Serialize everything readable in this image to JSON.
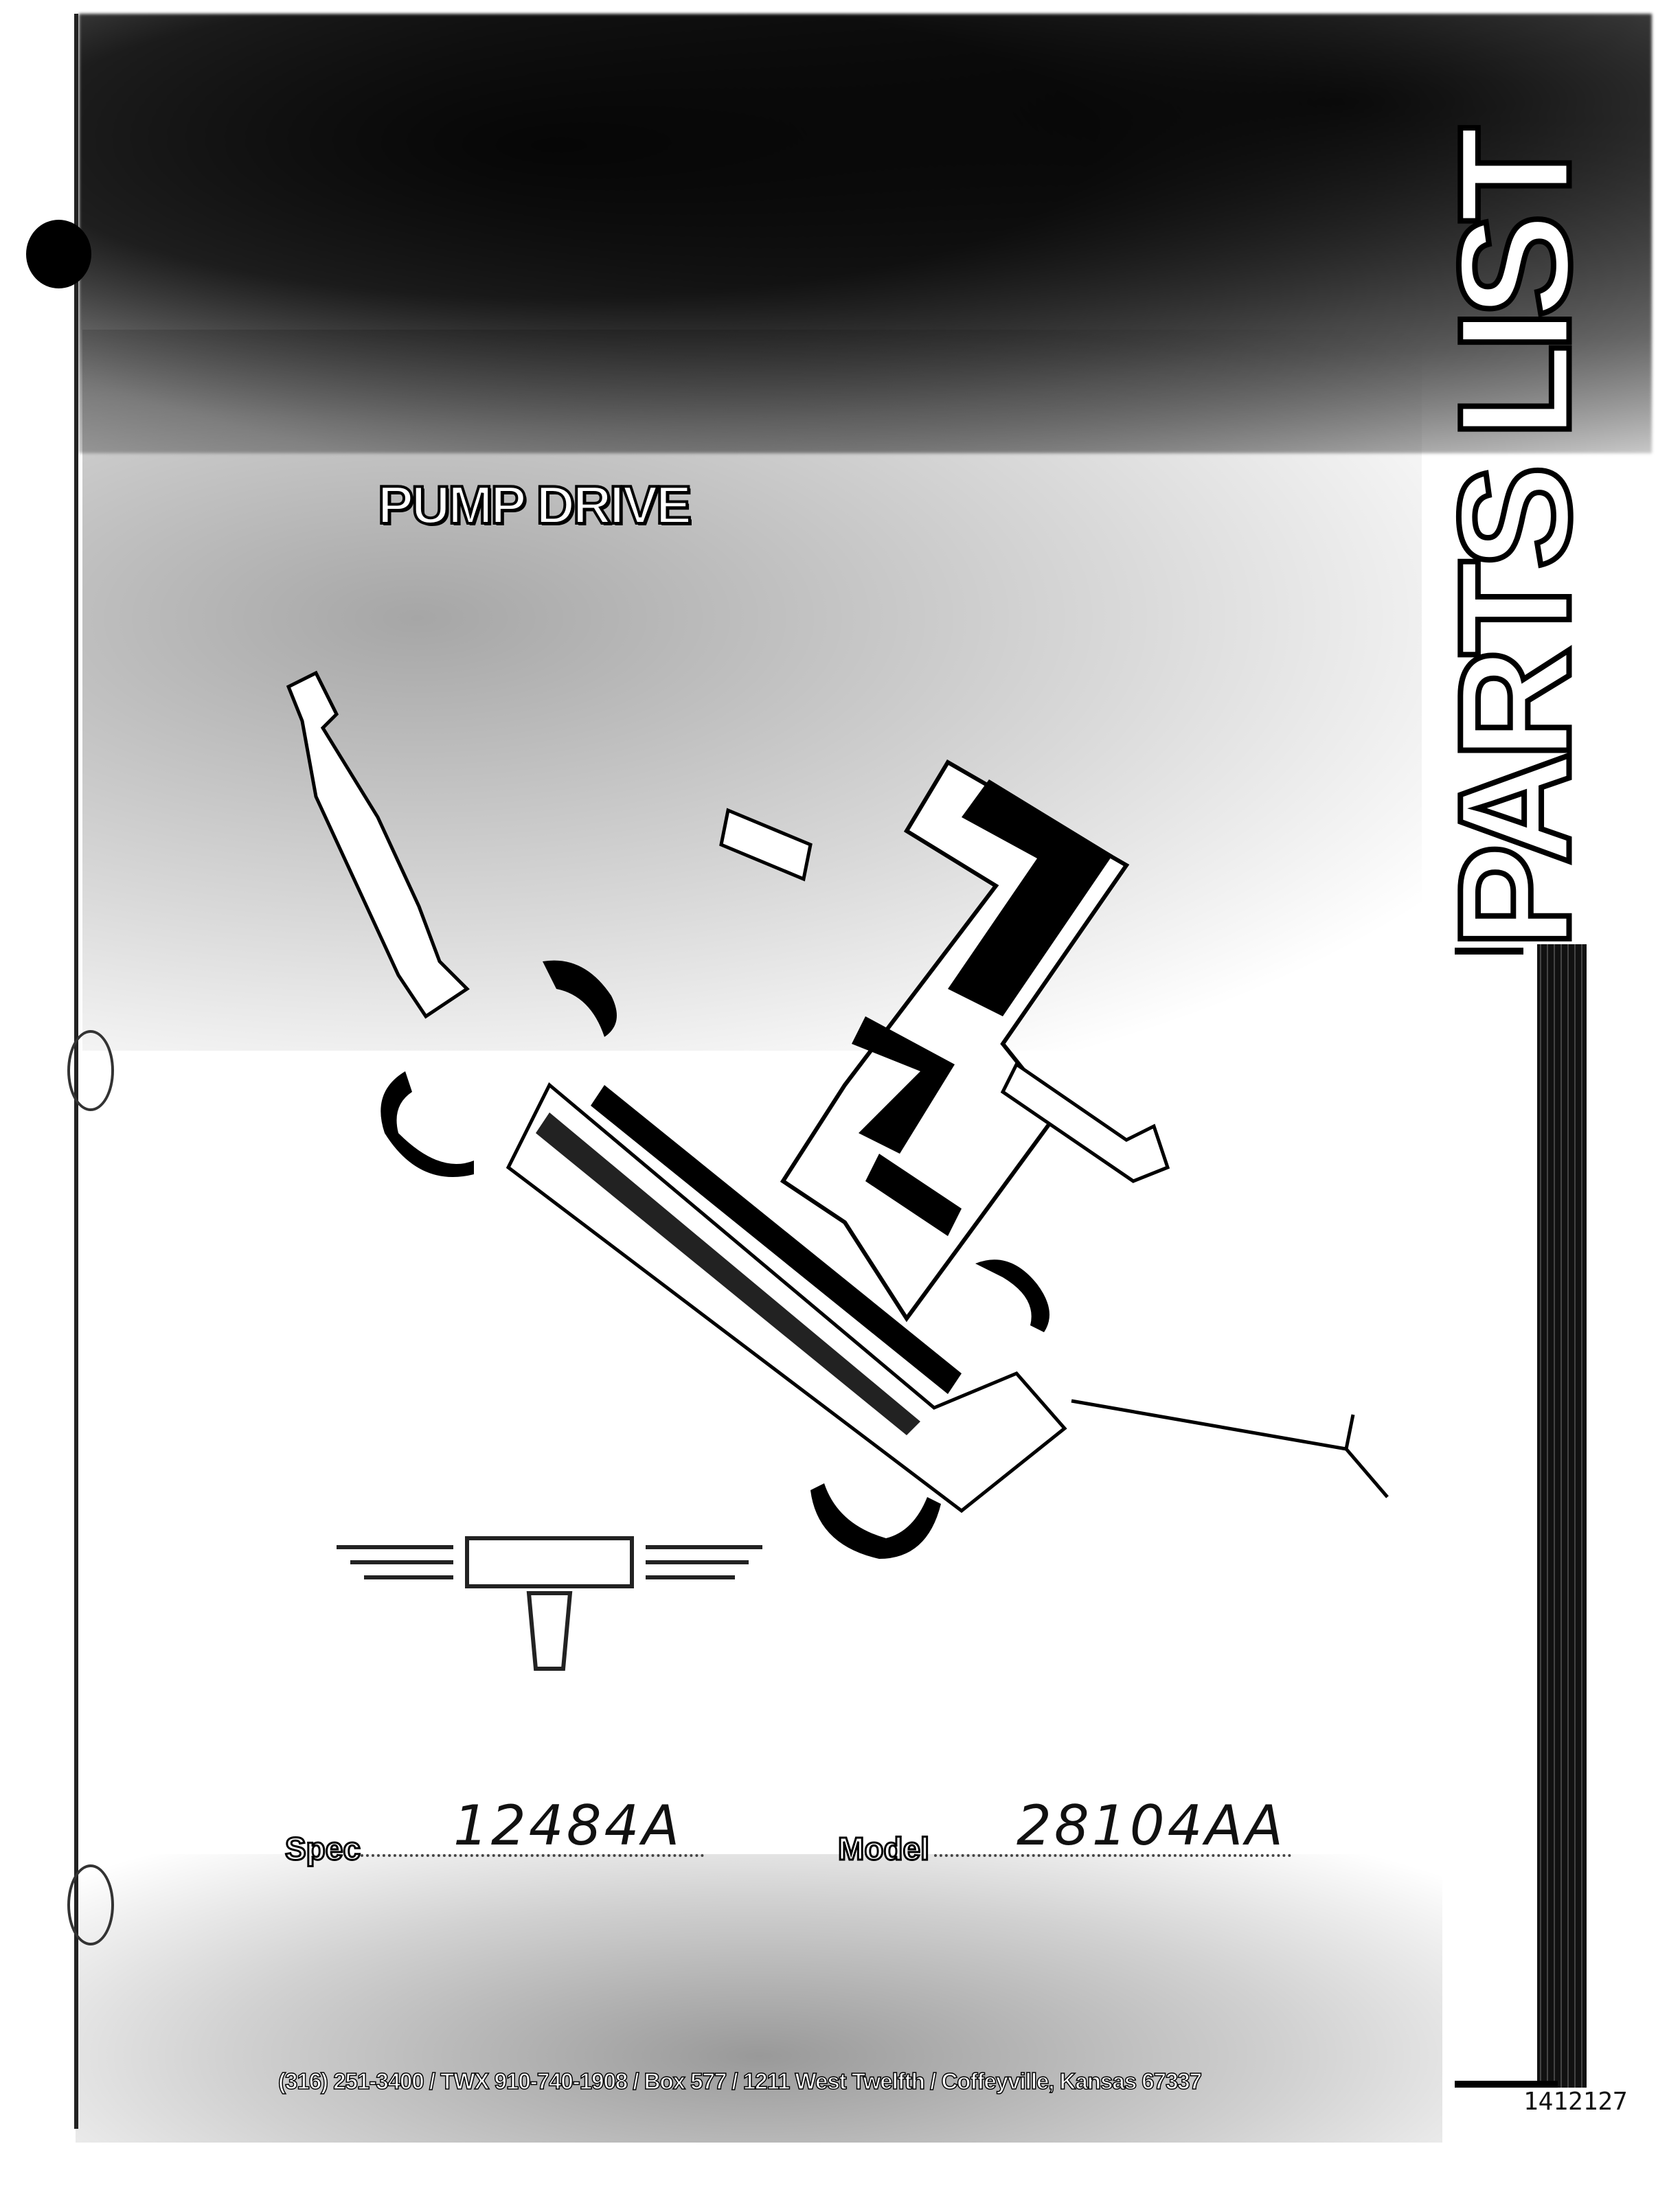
{
  "cover": {
    "title": "PUMP DRIVE",
    "side_title": "PARTS LIST",
    "spec_label": "Spec",
    "spec_value": "12484A",
    "model_label": "Model",
    "model_value": "28104AA",
    "address": "(316) 251-3400 / TWX 910-740-1908 / Box 577 / 1211 West Twelfth / Coffeyville, Kansas 67337",
    "document_number": "1412127"
  }
}
